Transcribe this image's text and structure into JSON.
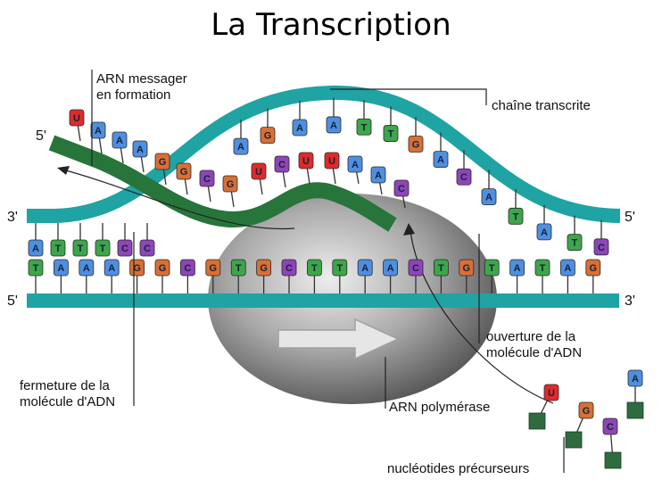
{
  "title": "La Transcription",
  "labels": {
    "mrna_line1": "ARN messager",
    "mrna_line2": "en formation",
    "template_strand": "chaîne transcrite",
    "opening_line1": "ouverture de la",
    "opening_line2": "molécule d'ADN",
    "closing_line1": "fermeture de la",
    "closing_line2": "molécule d'ADN",
    "polymerase": "ARN polymérase",
    "precursors": "nucléotides précurseurs"
  },
  "strand_ends": {
    "mrna_5": "5'",
    "left_top_3": "3'",
    "right_top_5": "5'",
    "left_bottom_5": "5'",
    "right_bottom_3": "3'"
  },
  "colors": {
    "A": "#4f8fe0",
    "T": "#3ea64a",
    "G": "#d86f35",
    "C": "#8d45b8",
    "U": "#e02a2a",
    "dna_backbone": "#1fa3a3",
    "rna_backbone": "#27753a"
  },
  "sequences": {
    "mrna": [
      "U",
      "A",
      "A",
      "A",
      "G",
      "G",
      "C",
      "G",
      "U",
      "C",
      "U",
      "U"
    ],
    "template_upper": [
      "A",
      "G",
      "A",
      "A",
      "T",
      "T",
      "G",
      "A",
      "C",
      "A",
      "T",
      "A",
      "T",
      "C"
    ],
    "template_lower": [
      "A",
      "A",
      "C"
    ],
    "closing_left": [
      "A",
      "T",
      "T",
      "T",
      "C",
      "C"
    ],
    "coding": [
      "T",
      "A",
      "A",
      "A",
      "G",
      "G",
      "C",
      "G",
      "T",
      "G",
      "C",
      "T",
      "T",
      "A",
      "A",
      "C",
      "T",
      "G",
      "T",
      "A",
      "T",
      "A",
      "G"
    ],
    "precursors": [
      "U",
      "G",
      "C",
      "A"
    ]
  }
}
